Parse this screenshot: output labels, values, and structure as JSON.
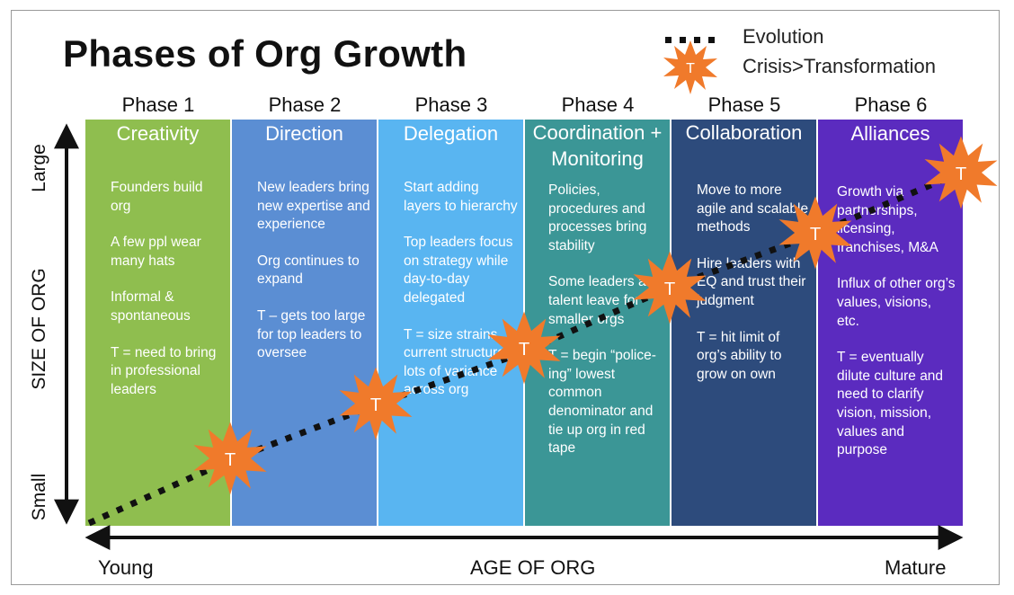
{
  "title": "Phases of Org Growth",
  "legend": {
    "evolution": "Evolution",
    "crisis": "Crisis>Transformation",
    "marker_letter": "T"
  },
  "axes": {
    "x_label": "AGE OF ORG",
    "x_start": "Young",
    "x_end": "Mature",
    "y_label": "SIZE OF ORG",
    "y_top": "Large",
    "y_bottom": "Small"
  },
  "colors": {
    "phase1": "#8fbe4f",
    "phase2": "#5b8ed3",
    "phase3": "#59b5f1",
    "phase4": "#3b9696",
    "phase5": "#2d4b7c",
    "phase6": "#5b2bbf",
    "crisis_marker": "#f07a2b"
  },
  "phases": [
    {
      "label": "Phase 1",
      "name": "Creativity",
      "points": [
        "Founders build org",
        "A few ppl wear many hats",
        "Informal & spontaneous",
        "T = need to bring in professional leaders"
      ]
    },
    {
      "label": "Phase 2",
      "name": "Direction",
      "points": [
        "New leaders bring new expertise and experience",
        "Org continues to expand",
        "T – gets too large for top leaders to oversee"
      ]
    },
    {
      "label": "Phase 3",
      "name": "Delegation",
      "points": [
        "Start adding layers to hierarchy",
        "Top leaders focus on strategy while day-to-day delegated",
        "T = size strains current structure, lots of variance across org"
      ]
    },
    {
      "label": "Phase 4",
      "name": "Coordination + Monitoring",
      "points": [
        "Policies, procedures and processes bring stability",
        "Some leaders and talent leave for smaller orgs",
        "T = begin “police-ing” lowest common denominator and tie up org in red tape"
      ]
    },
    {
      "label": "Phase 5",
      "name": "Collaboration",
      "points": [
        "Move to more agile and scalable methods",
        "Hire leaders with EQ and trust their judgment",
        "T = hit limit of org’s ability to grow on own"
      ]
    },
    {
      "label": "Phase 6",
      "name": "Alliances",
      "points": [
        "Growth via partnerships, licensing, franchises, M&A",
        "Influx of other org’s values, visions, etc.",
        "T = eventually dilute culture and need to clarify vision, mission, values and purpose"
      ]
    }
  ]
}
